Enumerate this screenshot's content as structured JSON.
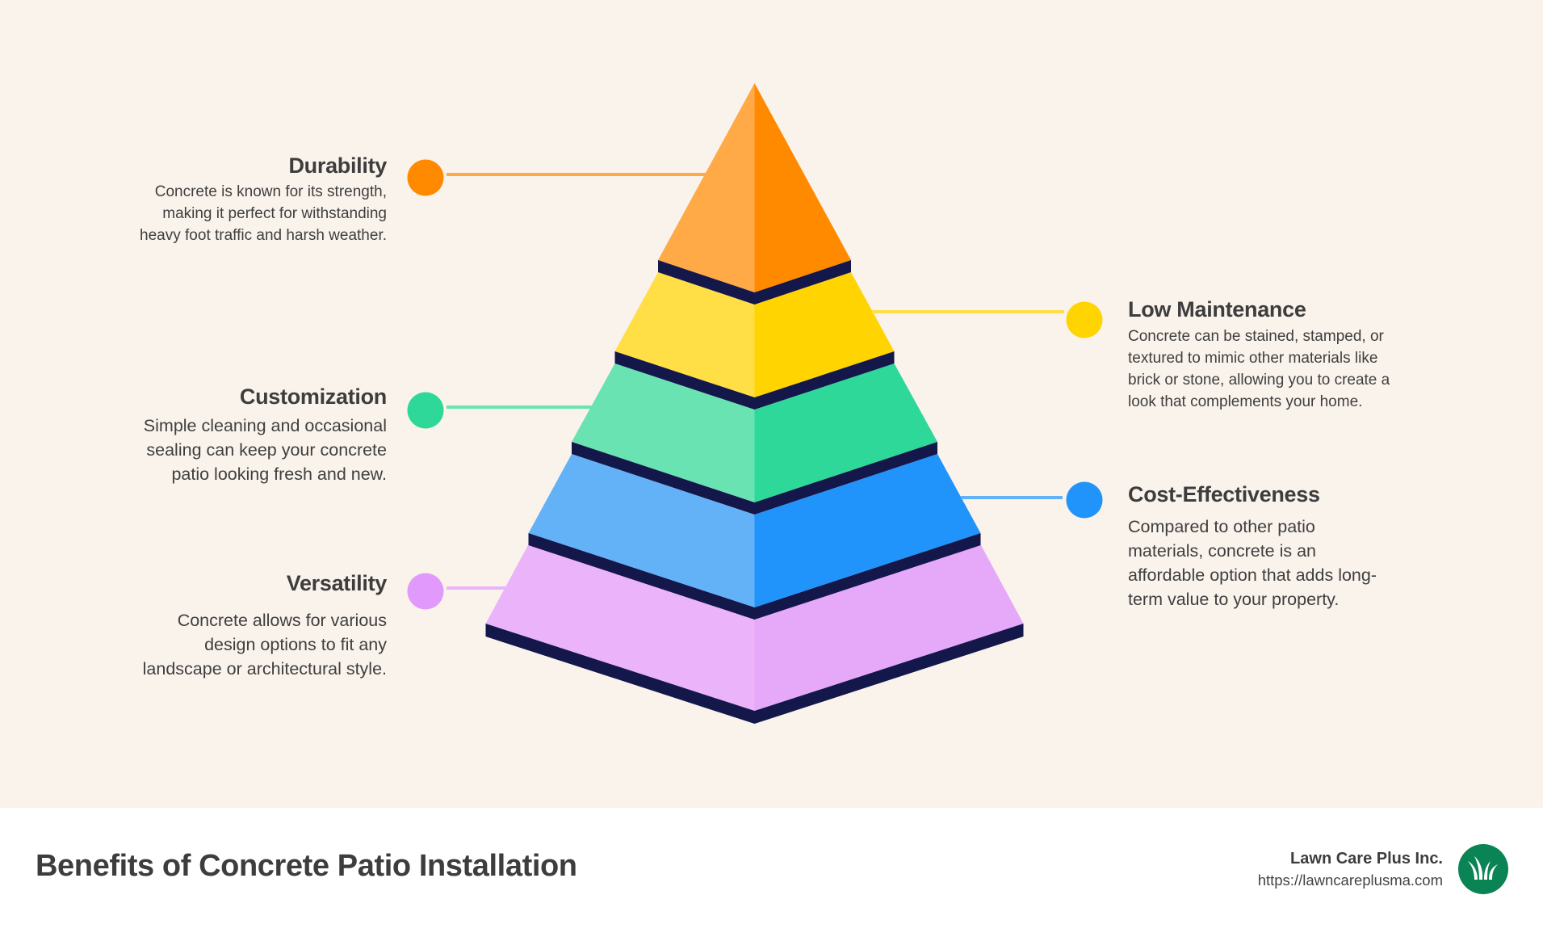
{
  "diagram": {
    "type": "layered-pyramid",
    "background": "#faf3ec",
    "separator_color": "#13174a",
    "layers": [
      {
        "id": "durability",
        "title": "Durability",
        "side": "left",
        "color_light": "#ffa947",
        "color_dark": "#ff8a00",
        "dot_color": "#ff8a00",
        "lines": [
          "Concrete is known for its strength,",
          "making it perfect for withstanding",
          "heavy foot traffic and harsh weather."
        ]
      },
      {
        "id": "low-maintenance",
        "title": "Low Maintenance",
        "side": "right",
        "color_light": "#ffde46",
        "color_dark": "#ffd400",
        "dot_color": "#ffd400",
        "lines": [
          "Concrete can be stained, stamped, or",
          "textured to mimic other materials like",
          "brick or stone, allowing you to create a",
          "look that complements your home."
        ]
      },
      {
        "id": "customization",
        "title": "Customization",
        "side": "left",
        "color_light": "#6ae3b2",
        "color_dark": "#2ed898",
        "dot_color": "#2ed898",
        "lines": [
          "Simple cleaning and occasional",
          "sealing can keep your concrete",
          "patio looking fresh and new."
        ]
      },
      {
        "id": "cost-effectiveness",
        "title": "Cost-Effectiveness",
        "side": "right",
        "color_light": "#63b2f8",
        "color_dark": "#2194fc",
        "dot_color": "#2194fc",
        "lines": [
          "Compared to other patio",
          "materials, concrete is an",
          "affordable option that adds long-",
          "term value to your property."
        ]
      },
      {
        "id": "versatility",
        "title": "Versatility",
        "side": "left",
        "color_light": "#ebb3f9",
        "color_dark": "#e6a9f9",
        "dot_color": "#e199fb",
        "lines": [
          "Concrete allows for various",
          "design options to fit any",
          "landscape or architectural style."
        ]
      }
    ]
  },
  "footer": {
    "title": "Benefits of Concrete Patio Installation",
    "company_name": "Lawn Care Plus Inc.",
    "company_url": "https://lawncareplusma.com",
    "logo_icon": "grass-icon",
    "logo_color": "#0b8455"
  }
}
